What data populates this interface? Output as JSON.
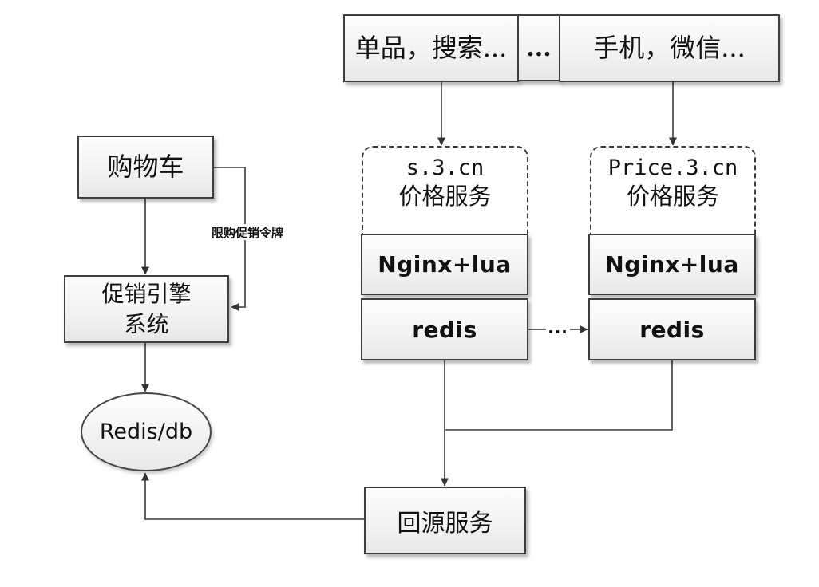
{
  "nodes": {
    "top_left": {
      "label": "单品，搜索..."
    },
    "top_mid": {
      "label": "..."
    },
    "top_right": {
      "label": "手机，微信..."
    },
    "cart": {
      "label": "购物车"
    },
    "promo_engine": {
      "line1": "促销引擎",
      "line2": "系统"
    },
    "redis_db": {
      "label": "Redis/db"
    },
    "s3cn": {
      "title1": "s.3.cn",
      "title2": "价格服务",
      "nginx": "Nginx+lua",
      "redis": "redis"
    },
    "price3cn": {
      "title1": "Price.3.cn",
      "title2": "价格服务",
      "nginx": "Nginx+lua",
      "redis": "redis"
    },
    "back_source": {
      "label": "回源服务"
    }
  },
  "edge_labels": {
    "token": "限购促销令牌",
    "dots": "..."
  },
  "colors": {
    "border": "#3f3f3f",
    "arrow": "#333333",
    "box_fill_top": "#fdfdfd",
    "box_fill_bottom": "#e7e7e7",
    "background": "#ffffff",
    "text": "#111111"
  }
}
